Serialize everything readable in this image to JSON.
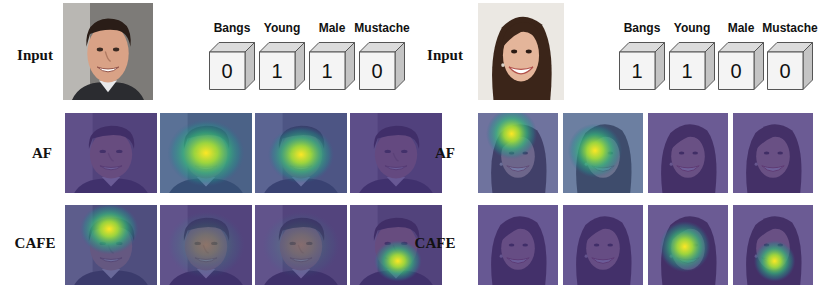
{
  "diagram": {
    "nodes": [
      {
        "text": [
          "Bangs",
          "0"
        ]
      },
      {
        "text": [
          "Young",
          "1"
        ]
      },
      {
        "text": [
          "Male",
          "1"
        ]
      },
      {
        "text": [
          "Mustache",
          "0"
        ]
      },
      {
        "text": [
          "Bangs",
          "1"
        ]
      },
      {
        "text": [
          "Young",
          "1"
        ]
      },
      {
        "text": [
          "Male",
          "0"
        ]
      },
      {
        "text": [
          "Mustache",
          "0"
        ]
      }
    ],
    "edges": [],
    "labels": [
      "Input",
      "AF",
      "CAFE",
      "Input",
      "AF",
      "CAFE"
    ]
  }
}
